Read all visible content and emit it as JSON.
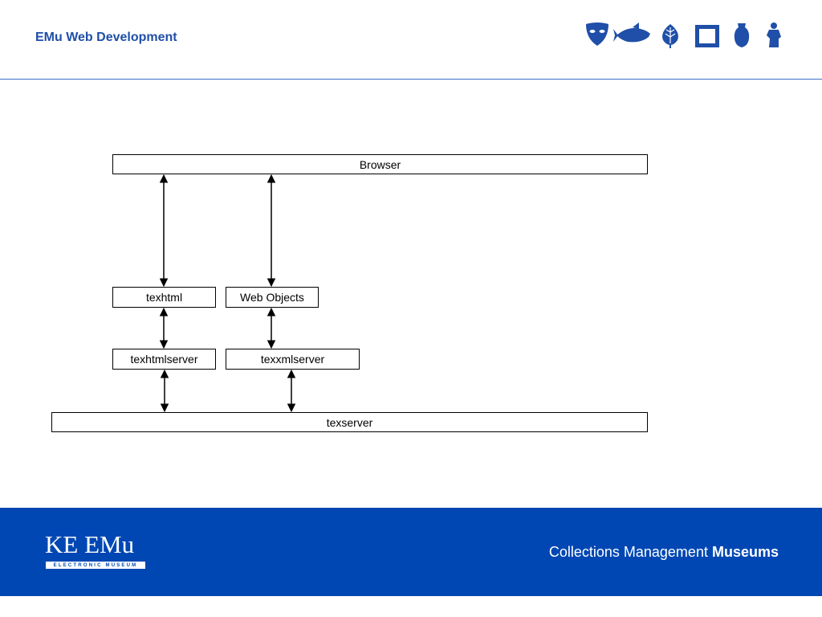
{
  "header": {
    "title": "EMu Web Development",
    "icons": [
      "mask-icon",
      "fish-icon",
      "leaf-icon",
      "frame-icon",
      "vase-icon",
      "statue-icon"
    ],
    "accent_color": "#1f4fa8"
  },
  "diagram": {
    "nodes": {
      "browser": "Browser",
      "texhtml": "texhtml",
      "web_objects": "Web Objects",
      "texhtmlserver": "texhtmlserver",
      "texxmlserver": "texxmlserver",
      "texserver": "texserver"
    }
  },
  "footer": {
    "logo_text": "KE EMu",
    "logo_subtext": "ELECTRONIC MUSEUM",
    "tagline_prefix": "Collections Management",
    "tagline_bold": "Museums",
    "background_color": "#0047b3"
  }
}
